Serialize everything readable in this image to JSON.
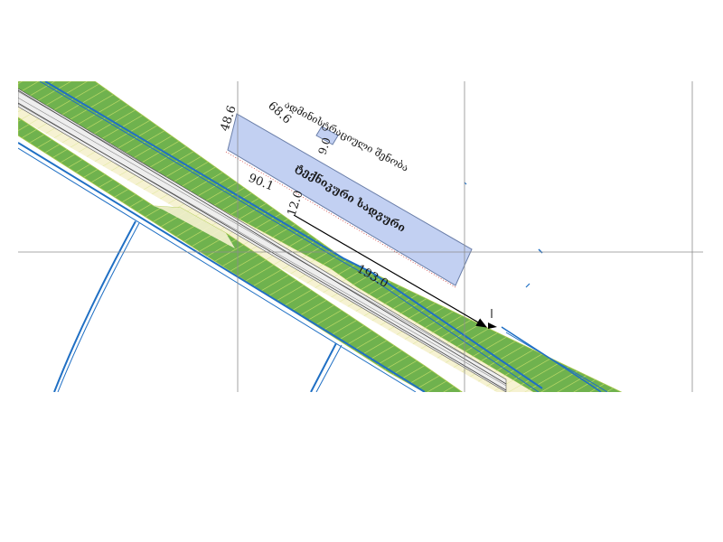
{
  "map": {
    "colors": {
      "background": "#ffffff",
      "green_zone": "#6fb24e",
      "hatch": "#c9e06a",
      "light_strip": "#f6f2d2",
      "rail": "#5a5a5a",
      "water_line": "#1f6fc4",
      "building_fill": "#c2d0f2",
      "building_stroke": "#6a7ea8",
      "grid": "#8c8c8c",
      "dimension": "#000000"
    },
    "labels": {
      "building_name_1": "ადმინისტრაციული შენობა",
      "building_name_2": "ტექნიკური სადგური",
      "dim_48_6": "48.6",
      "dim_68_6": "68.6",
      "dim_9_0": "9.0",
      "dim_90_1": "90.1",
      "dim_12_0": "12.0",
      "dim_193_0": "193.0"
    }
  }
}
